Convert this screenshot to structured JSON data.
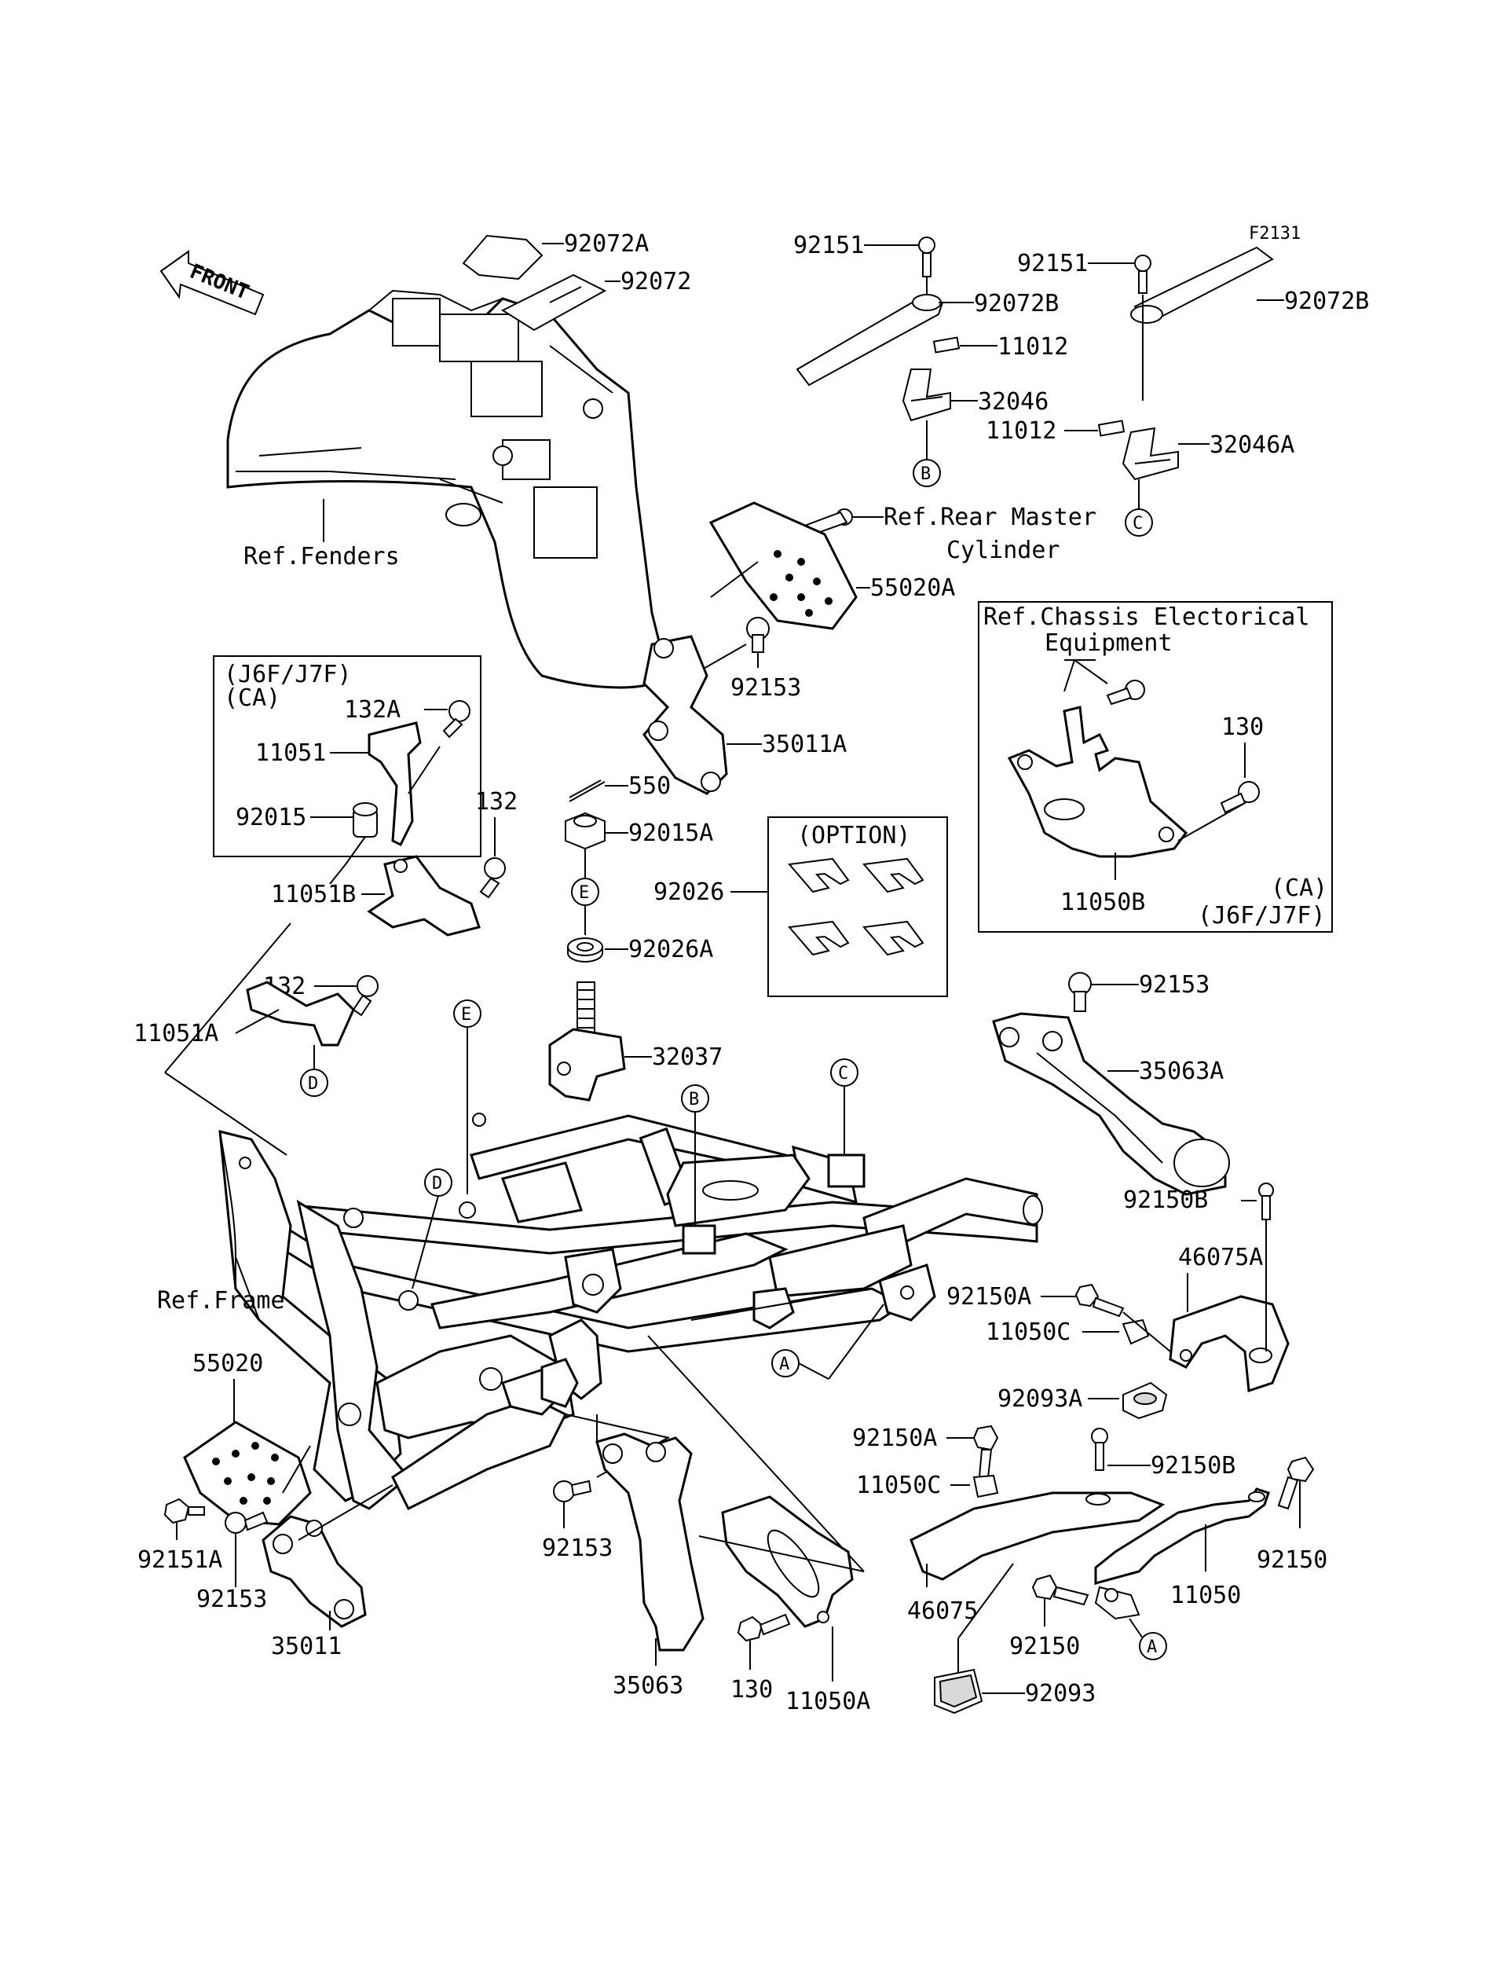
{
  "figure_code": "F2131",
  "front_label": "FRONT",
  "refs": {
    "fenders": "Ref.Fenders",
    "frame": "Ref.Frame",
    "rear_master_1": "Ref.Rear Master",
    "rear_master_2": "Cylinder",
    "chassis_1": "Ref.Chassis Electorical",
    "chassis_2": "Equipment"
  },
  "boxes": {
    "j6f_line1": "(J6F/J7F)",
    "j6f_line2": "(CA)",
    "option": "(OPTION)",
    "ca": "(CA)",
    "j6f_br": "(J6F/J7F)"
  },
  "markers": [
    "A",
    "B",
    "C",
    "D",
    "E"
  ],
  "parts": {
    "p92072A": "92072A",
    "p92072": "92072",
    "p92151_l": "92151",
    "p92072B_l": "92072B",
    "p11012_l": "11012",
    "p32046": "32046",
    "p92151_r": "92151",
    "p92072B_r": "92072B",
    "p11012_r": "11012",
    "p32046A": "32046A",
    "p55020A": "55020A",
    "p92153_a": "92153",
    "p35011A": "35011A",
    "p132A": "132A",
    "p11051": "11051",
    "p92015": "92015",
    "p132_a": "132",
    "p11051B": "11051B",
    "p132_b": "132",
    "p11051A": "11051A",
    "p550": "550",
    "p92015A": "92015A",
    "p92026": "92026",
    "p92026A": "92026A",
    "p32037": "32037",
    "p130_a": "130",
    "p11050B": "11050B",
    "p92153_b": "92153",
    "p35063A": "35063A",
    "p92150B_a": "92150B",
    "p46075A": "46075A",
    "p92150A_a": "92150A",
    "p11050C_a": "11050C",
    "p92093A": "92093A",
    "p92150A_b": "92150A",
    "p92150B_b": "92150B",
    "p11050C_b": "11050C",
    "p92150_a": "92150",
    "p46075": "46075",
    "p11050": "11050",
    "p92150_b": "92150",
    "p92093": "92093",
    "p55020": "55020",
    "p92151A": "92151A",
    "p92153_c": "92153",
    "p35011": "35011",
    "p92153_d": "92153",
    "p35063": "35063",
    "p130_b": "130",
    "p11050A": "11050A"
  }
}
